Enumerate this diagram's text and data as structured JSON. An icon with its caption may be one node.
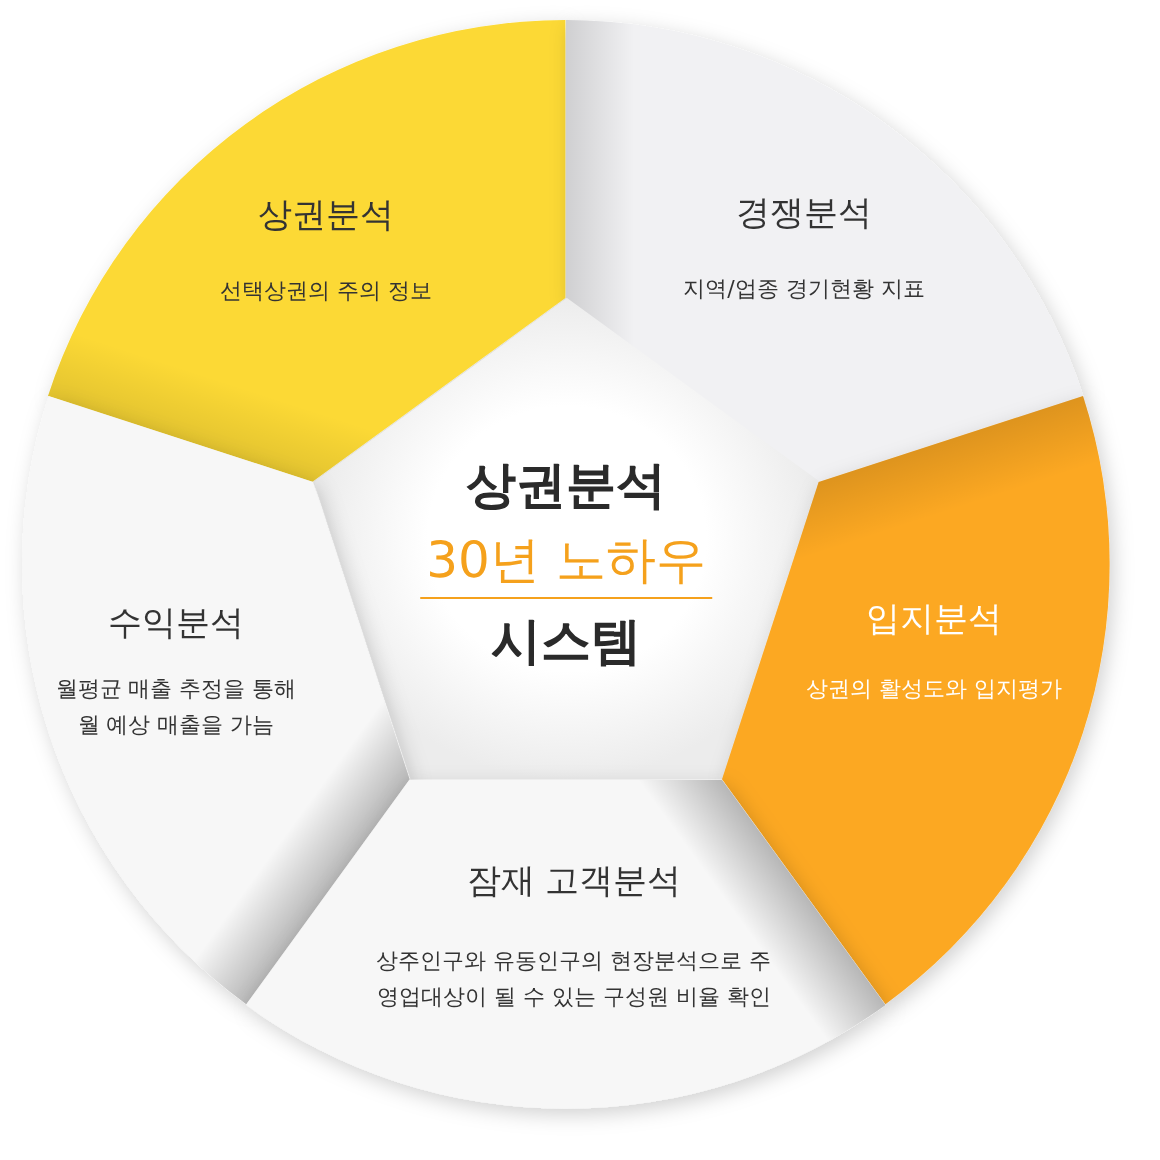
{
  "diagram": {
    "nodes": [
      {
        "text": [
          "상권분석",
          "선택상권의 주의 정보"
        ]
      },
      {
        "text": [
          "경쟁분석",
          "지역/업종 경기현황 지표"
        ]
      },
      {
        "text": [
          "상권분석",
          "30년 노하우",
          "시스템"
        ]
      },
      {
        "text": [
          "수익분석",
          "월평균 매출 추정을 통해 월 예상 매출을 가늠"
        ]
      },
      {
        "text": [
          "입지분석",
          "상권의 활성도와 입지평가"
        ]
      },
      {
        "text": [
          "잠재 고객분석",
          "상주인구와 유동인구의 현장분석으로 주 영업대상이 될 수 있는 구성원 비율 확인"
        ]
      }
    ]
  }
}
